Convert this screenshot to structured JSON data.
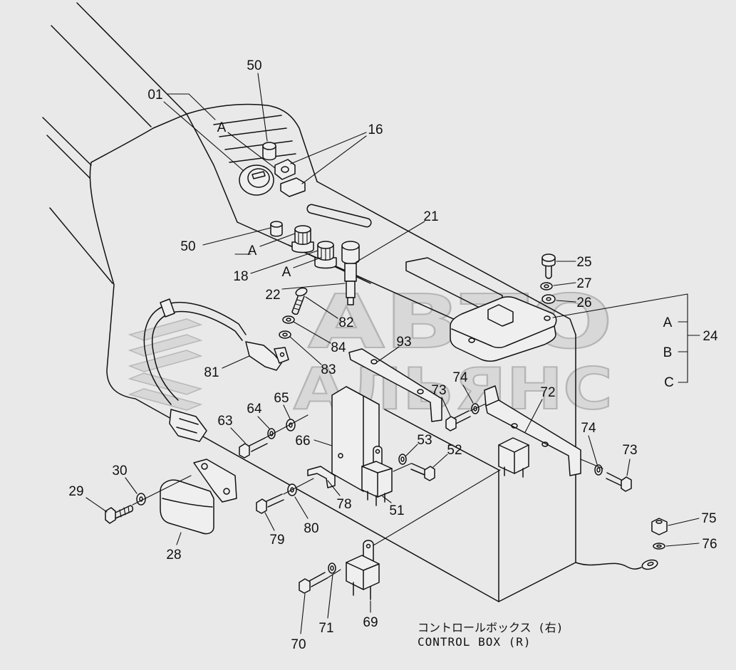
{
  "callouts": [
    "01",
    "50",
    "A",
    "16",
    "50",
    "A",
    "18",
    "A",
    "21",
    "22",
    "82",
    "84",
    "83",
    "81",
    "93",
    "25",
    "27",
    "26",
    "A",
    "24",
    "B",
    "C",
    "74",
    "73",
    "72",
    "65",
    "64",
    "63",
    "66",
    "53",
    "52",
    "74",
    "73",
    "30",
    "29",
    "78",
    "51",
    "79",
    "80",
    "28",
    "75",
    "76",
    "71",
    "69",
    "70"
  ],
  "caption": {
    "japanese": "コントロールボックス (右)",
    "english": "CONTROL BOX (R)"
  },
  "watermark": {
    "line1": "АВТО",
    "line2": "АЛЬЯНС"
  },
  "colors": {
    "background": "#e9e9e9",
    "ink": "#111111"
  }
}
